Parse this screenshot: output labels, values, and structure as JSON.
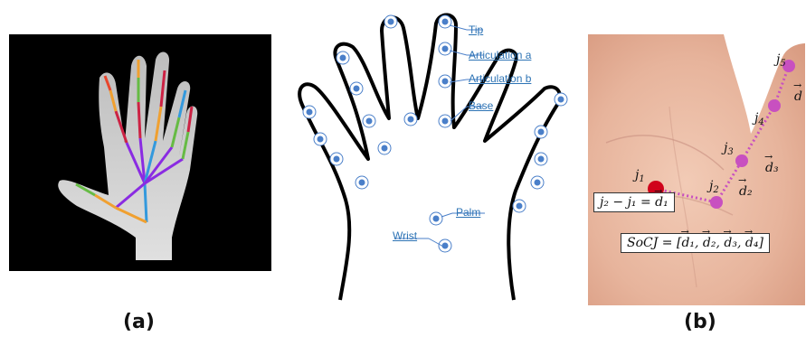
{
  "captions": {
    "a": "(a)",
    "b": "(b)"
  },
  "sketch_labels": {
    "tip": "Tip",
    "articulation_a": "Articulation a",
    "articulation_b": "Articulation b",
    "base": "Base",
    "palm": "Palm",
    "wrist": "Wrist"
  },
  "joints": {
    "j1": "j",
    "j1s": "1",
    "j2": "j",
    "j2s": "2",
    "j3": "j",
    "j3s": "3",
    "j4": "j",
    "j4s": "4",
    "j5": "j",
    "j5s": "5"
  },
  "equations": {
    "diff_lhs": "j₂ − j₁ = ",
    "diff_rhs": "d₁",
    "socj_lhs": "SoCJ = [",
    "socj_d1": "d₁",
    "socj_d2": "d₂",
    "socj_d3": "d₃",
    "socj_d4": "d₄",
    "socj_end": "]",
    "sep": ", "
  },
  "vectors": {
    "d2": "d₂",
    "d3": "d₃",
    "d4": "d"
  },
  "colors": {
    "joint_dot": "#4a7fc9",
    "label_text": "#2e74b5",
    "start_joint": "#d0021b",
    "chain_joint": "#c850c0",
    "skeleton": [
      "#e8452c",
      "#f0a030",
      "#66bb44",
      "#3399dd",
      "#8a2be2",
      "#cc2244"
    ]
  }
}
